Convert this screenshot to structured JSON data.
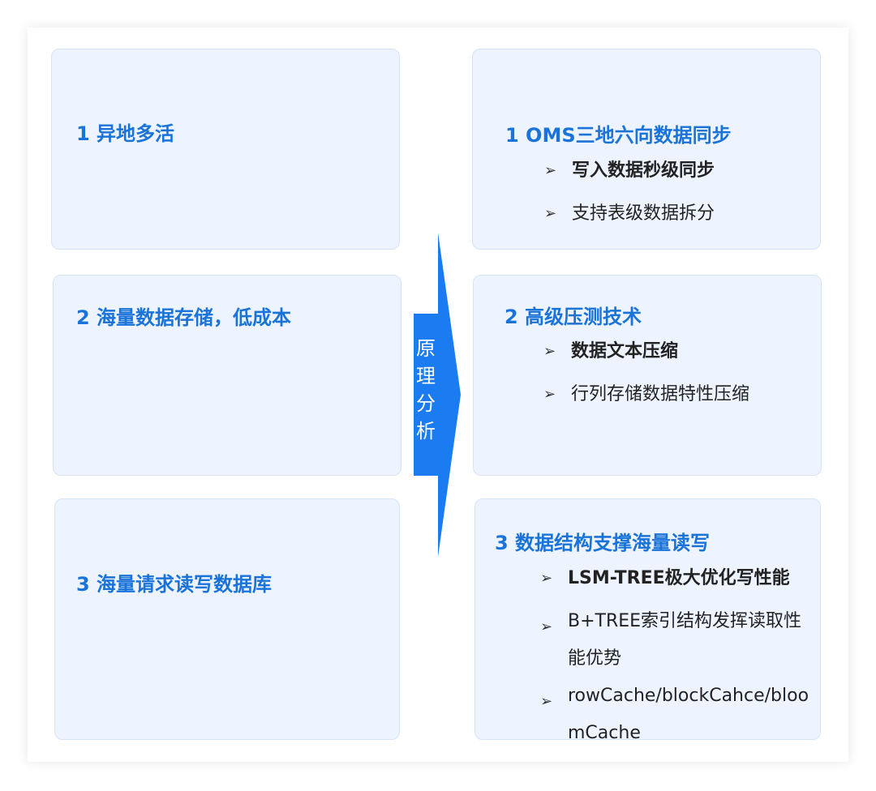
{
  "left_panels": [
    {
      "title": "1  异地多活"
    },
    {
      "title": "2  海量数据存储，低成本"
    },
    {
      "title": "3  海量请求读写数据库"
    }
  ],
  "right_panels": [
    {
      "title": "1  OMS三地六向数据同步",
      "bullets": [
        {
          "text": "写入数据秒级同步",
          "bold": true
        },
        {
          "text": "支持表级数据拆分",
          "bold": false
        }
      ]
    },
    {
      "title": "2  高级压测技术",
      "bullets": [
        {
          "text": "数据文本压缩",
          "bold": true
        },
        {
          "text": "行列存储数据特性压缩",
          "bold": false
        }
      ]
    },
    {
      "title": "3  数据结构支撑海量读写",
      "bullets": [
        {
          "text": "LSM-TREE极大优化写性能",
          "bold": true
        },
        {
          "text": "B+TREE索引结构发挥读取性能优势",
          "bold": false
        },
        {
          "text": "rowCache/blockCahce/bloomCache",
          "bold": false
        }
      ]
    }
  ],
  "arrow": {
    "chars": [
      "原",
      "理",
      "分",
      "析"
    ],
    "icon": "right-arrow-shape"
  },
  "bullet_icon": "arrow-head-icon",
  "bullet_mark": "➢",
  "colors": {
    "accent": "#1a73d9",
    "arrow": "#1a7cf0",
    "panel_bg": "#eef4ff",
    "panel_border": "#d6e4f7"
  }
}
